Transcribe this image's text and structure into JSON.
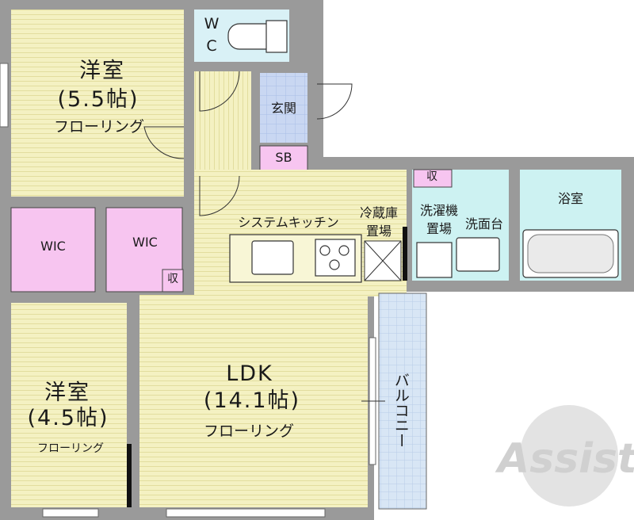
{
  "rooms": {
    "western_room_1": {
      "name": "洋室",
      "size": "(5.5帖)",
      "floor": "フローリング"
    },
    "western_room_2": {
      "name": "洋室",
      "size": "(4.5帖)",
      "floor": "フローリング"
    },
    "ldk": {
      "name": "LDK",
      "size": "(14.1帖)",
      "floor": "フローリング"
    },
    "wc": {
      "line1": "W",
      "line2": "C"
    },
    "entrance": "玄関",
    "shoe_box": "SB",
    "wic_1": "WIC",
    "wic_2": "WIC",
    "storage_small": "収",
    "storage_laundry": "収",
    "system_kitchen": "システムキッチン",
    "fridge_space": {
      "line1": "冷蔵庫",
      "line2": "置場"
    },
    "washer_space": {
      "line1": "洗濯機",
      "line2": "置場"
    },
    "washbasin": "洗面台",
    "bathroom": "浴室",
    "balcony": "バルコニー"
  },
  "watermark": "Assist",
  "colors": {
    "flooring": "#f4f1c2",
    "floor_lines": "#e2dd9e",
    "wc": "#d9f1f6",
    "entrance": "#c9d7f2",
    "storage": "#f7c5f0",
    "wet_area": "#cdf2f2",
    "balcony": "#d8e6f5",
    "wall": "#9a9a9a"
  }
}
